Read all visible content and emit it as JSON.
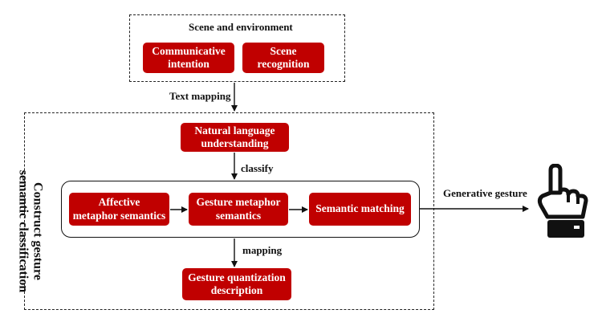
{
  "scene": {
    "title": "Scene and environment",
    "box1_line1": "Communicative",
    "box1_line2": "intention",
    "box2_line1": "Scene",
    "box2_line2": "recognition"
  },
  "labels": {
    "text_mapping": "Text mapping",
    "classify": "classify",
    "mapping": "mapping",
    "generative": "Generative gesture"
  },
  "construct": {
    "line1": "Construct gesture",
    "line2": "semantic classification"
  },
  "nlu": {
    "line1": "Natural language",
    "line2": "understanding"
  },
  "affective": {
    "line1": "Affective",
    "line2": "metaphor semantics"
  },
  "gesture_metaphor": {
    "line1": "Gesture metaphor",
    "line2": "semantics"
  },
  "semantic_matching": "Semantic matching",
  "quantization": {
    "line1": "Gesture quantization",
    "line2": "description"
  },
  "colors": {
    "box": "#c00000",
    "text": "#ffffff",
    "line": "#111111"
  },
  "icons": [
    "pointing-hand-icon"
  ]
}
